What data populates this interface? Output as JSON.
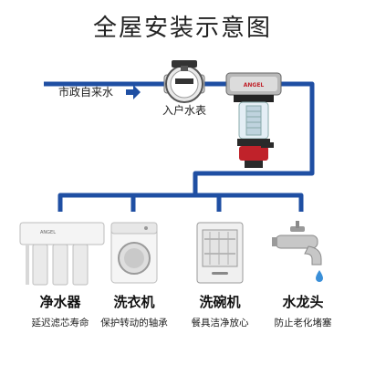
{
  "title": "全屋安装示意图",
  "supply_label": "市政自来水",
  "meter_label": "入户水表",
  "filter_brand": "ANGEL",
  "colors": {
    "pipe": "#1f4fa3",
    "filter_red": "#c0222a",
    "filter_dark": "#2a2a2a",
    "tap_drop": "#3a8fd8"
  },
  "devices": [
    {
      "name": "净水器",
      "desc": "延迟滤芯寿命",
      "icon": "water-purifier-icon",
      "brand_text": "ANGEL"
    },
    {
      "name": "洗衣机",
      "desc": "保护转动的轴承",
      "icon": "washing-machine-icon"
    },
    {
      "name": "洗碗机",
      "desc": "餐具洁净放心",
      "icon": "dishwasher-icon"
    },
    {
      "name": "水龙头",
      "desc": "防止老化堵塞",
      "icon": "faucet-icon"
    }
  ]
}
